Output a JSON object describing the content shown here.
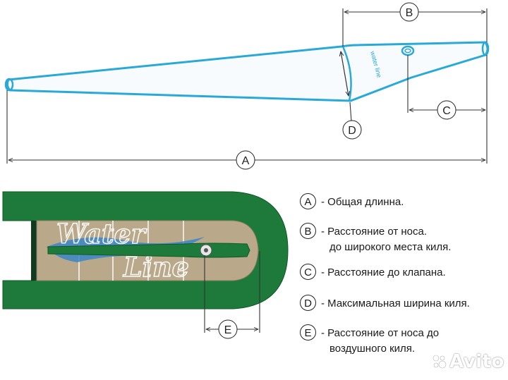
{
  "dimension_labels": {
    "a": "A",
    "b": "B",
    "c": "C",
    "d": "D",
    "e": "E"
  },
  "keel_watermark_text": "water line",
  "floor_logo": {
    "word1": "Water",
    "word2": "Line"
  },
  "legend": [
    {
      "letter": "A",
      "line1": "- Общая длинна.",
      "line2": ""
    },
    {
      "letter": "B",
      "line1": "- Расстояние от носа.",
      "line2": "до широкого места киля."
    },
    {
      "letter": "C",
      "line1": "- Расстояние до клапана.",
      "line2": ""
    },
    {
      "letter": "D",
      "line1": "- Максимальная ширина киля.",
      "line2": ""
    },
    {
      "letter": "E",
      "line1": "- Расстояние от носа до",
      "line2": "воздушного киля."
    }
  ],
  "watermark": "Avito",
  "colors": {
    "keel_outline": "#2aa9d8",
    "boat_green": "#1e7a3a",
    "floor": "#b9a98a",
    "dim_line": "#333333"
  }
}
